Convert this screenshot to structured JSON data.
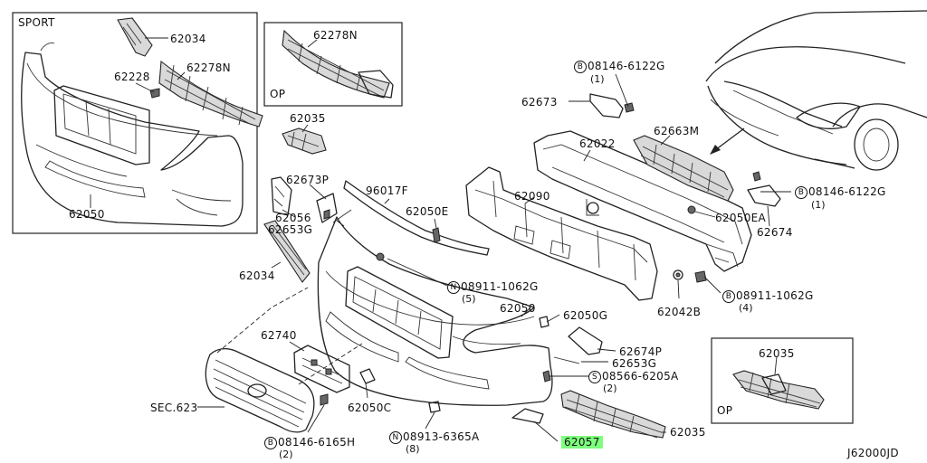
{
  "sections": {
    "sport": "SPORT",
    "op1": "OP",
    "op2": "OP"
  },
  "labels": {
    "p62034_top": "62034",
    "p62228": "62228",
    "p62278N_a": "62278N",
    "p62278N_b": "62278N",
    "p62035_top": "62035",
    "p62050_sport": "62050",
    "p62673P": "62673P",
    "p62056": "62056",
    "p62653G_a": "62653G",
    "p62034_mid": "62034",
    "p96017F": "96017F",
    "p62050E": "62050E",
    "p62673": "62673",
    "p62022": "62022",
    "p62663M": "62663M",
    "p62090": "62090",
    "p62050EA": "62050EA",
    "p62674": "62674",
    "p62042B": "62042B",
    "p62740": "62740",
    "p62050_main": "62050",
    "p62050G": "62050G",
    "p62674P": "62674P",
    "p62653G_b": "62653G",
    "p62035_op": "62035",
    "p62035_main": "62035",
    "sec623": "SEC.623",
    "p62050C": "62050C",
    "p62057": "62057",
    "diagram_id": "J62000JD"
  },
  "callouts": {
    "b_top": {
      "symbol": "B",
      "part": "08146-6122G",
      "qty": "(1)"
    },
    "b_right": {
      "symbol": "B",
      "part": "08146-6122G",
      "qty": "(1)"
    },
    "n_mid": {
      "symbol": "N",
      "part": "08911-1062G",
      "qty": "(5)"
    },
    "b_mid": {
      "symbol": "B",
      "part": "08911-1062G",
      "qty": "(4)"
    },
    "s_bot": {
      "symbol": "S",
      "part": "08566-6205A",
      "qty": "(2)"
    },
    "n_bot": {
      "symbol": "N",
      "part": "08913-6365A",
      "qty": "(8)"
    },
    "b_bot": {
      "symbol": "B",
      "part": "08146-6165H",
      "qty": "(2)"
    }
  },
  "highlight_color": "#7dff7d"
}
